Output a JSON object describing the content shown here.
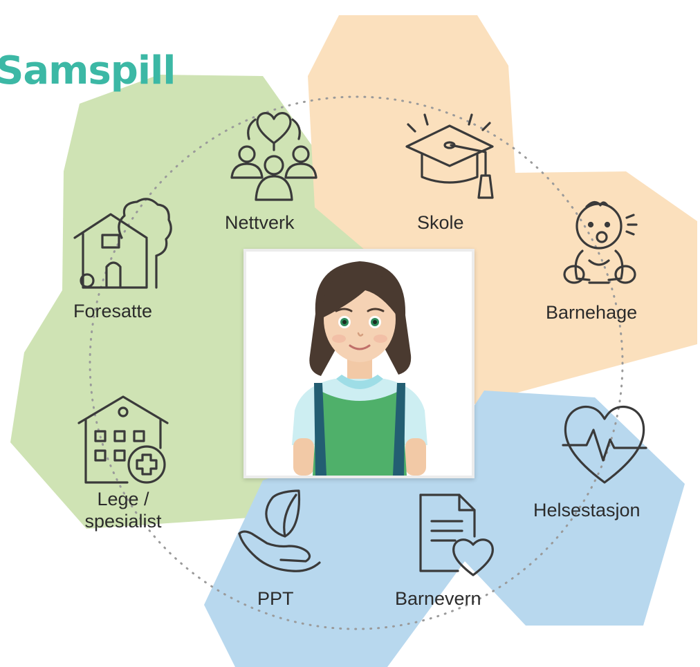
{
  "title": "Samspill",
  "colors": {
    "title": "#3cb8a5",
    "green_band": "#cfe3b4",
    "orange_band": "#fbe0bd",
    "blue_band": "#b8d8ee",
    "icon_stroke": "#3a3a3a"
  },
  "nodes": {
    "nettverk": {
      "label": "Nettverk",
      "icon": "network-people-heart-icon"
    },
    "skole": {
      "label": "Skole",
      "icon": "graduation-cap-icon"
    },
    "barnehage": {
      "label": "Barnehage",
      "icon": "baby-icon"
    },
    "helsestasjon": {
      "label": "Helsestasjon",
      "icon": "heart-pulse-icon"
    },
    "barnevern": {
      "label": "Barnevern",
      "icon": "document-heart-icon"
    },
    "ppt": {
      "label": "PPT",
      "icon": "hand-leaf-icon"
    },
    "lege": {
      "label_line1": "Lege /",
      "label_line2": "spesialist",
      "icon": "hospital-icon"
    },
    "foresatte": {
      "label": "Foresatte",
      "icon": "house-tree-icon"
    }
  },
  "center_image": {
    "icon": "child-portrait-icon"
  }
}
